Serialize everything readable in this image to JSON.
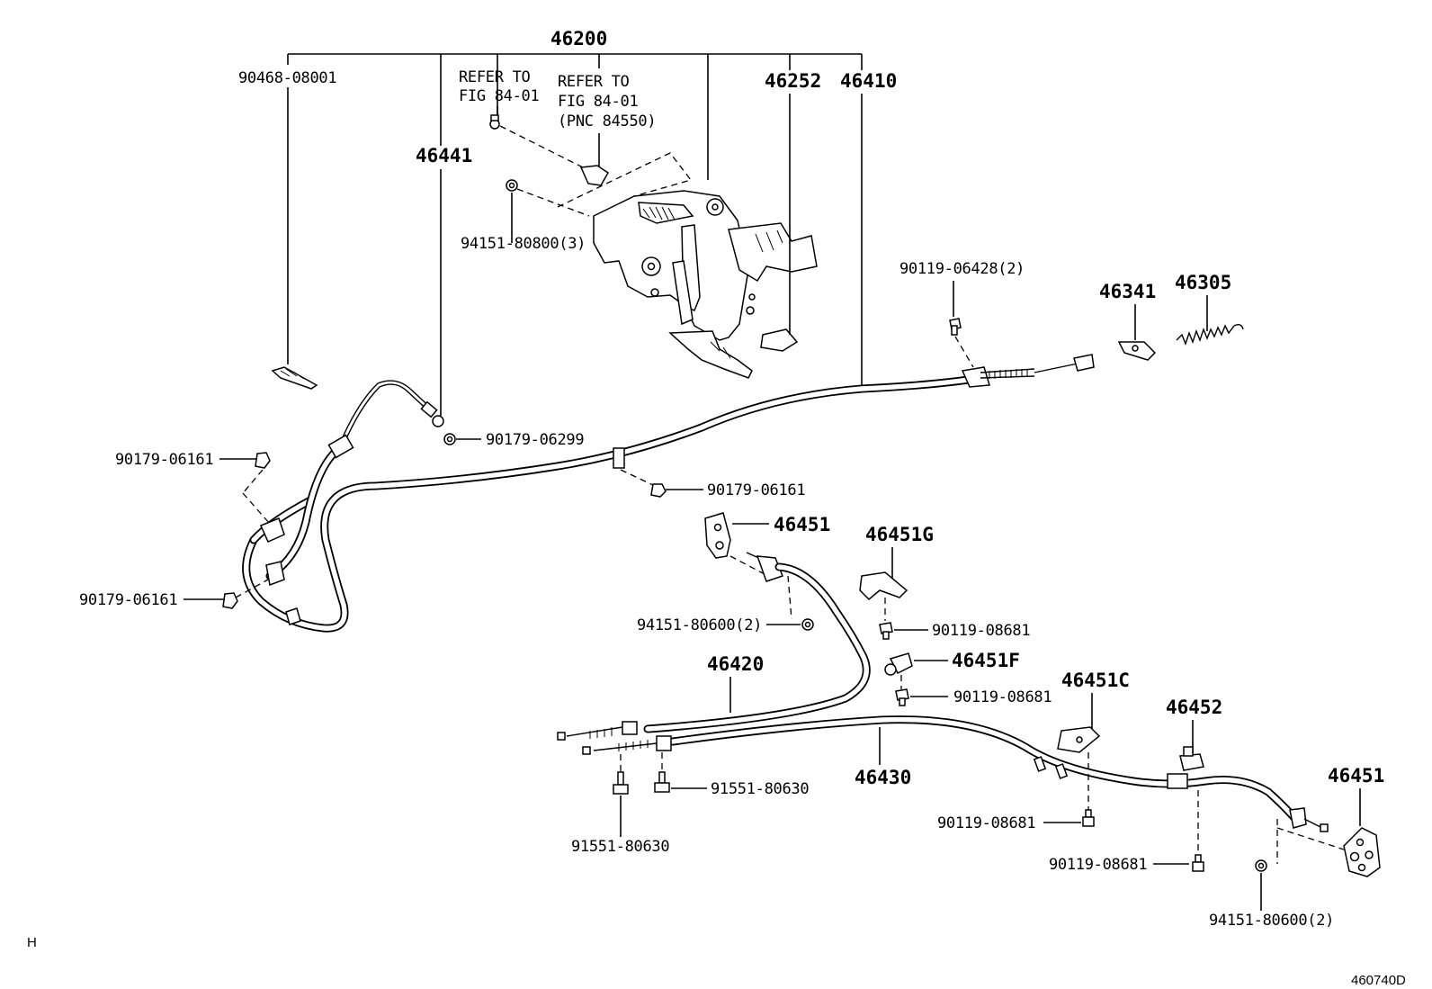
{
  "diagram": {
    "code": "460740D",
    "corner_mark": "H",
    "assembly": "46200",
    "refer_1": [
      "REFER TO",
      "FIG 84-01"
    ],
    "refer_2": [
      "REFER TO",
      "FIG 84-01",
      "(PNC 84550)"
    ],
    "labels": {
      "p90468_08001": "90468-08001",
      "p46441": "46441",
      "p94151_80800": "94151-80800(3)",
      "p46252": "46252",
      "p46410": "46410",
      "p90119_06428": "90119-06428(2)",
      "p46341": "46341",
      "p46305": "46305",
      "p90179_06161_a": "90179-06161",
      "p90179_06299": "90179-06299",
      "p90179_06161_b": "90179-06161",
      "p90179_06161_c": "90179-06161",
      "p46451_a": "46451",
      "p46451G": "46451G",
      "p94151_80600_a": "94151-80600(2)",
      "p90119_08681_a": "90119-08681",
      "p46451F": "46451F",
      "p46420": "46420",
      "p90119_08681_b": "90119-08681",
      "p46451C": "46451C",
      "p46452": "46452",
      "p46451_b": "46451",
      "p46430": "46430",
      "p91551_80630_a": "91551-80630",
      "p91551_80630_b": "91551-80630",
      "p90119_08681_c": "90119-08681",
      "p90119_08681_d": "90119-08681",
      "p94151_80600_b": "94151-80600(2)"
    }
  }
}
